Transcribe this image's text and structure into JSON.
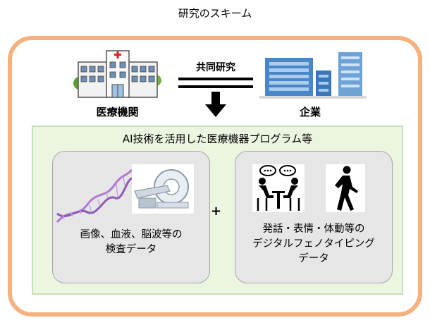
{
  "title": "研究のスキーム",
  "hospital": {
    "label": "医療機関",
    "icon": "hospital-icon"
  },
  "company": {
    "label": "企業",
    "icon": "office-buildings-icon"
  },
  "collaboration": {
    "label": "共同研究",
    "icon": "arrow-down-icon"
  },
  "program": {
    "title": "AI技術を活用した医療機器プログラム等",
    "left_card": {
      "lines": [
        "画像、血液、脳波等の",
        "検査データ"
      ],
      "icons": [
        "dna-icon",
        "ct-scanner-icon"
      ]
    },
    "plus": "+",
    "right_card": {
      "lines": [
        "発話・表情・体動等の",
        "デジタルフェノタイピング",
        "データ"
      ],
      "icons": [
        "conversation-icon",
        "walking-person-icon"
      ]
    }
  },
  "colors": {
    "outer_border": "#f5b17e",
    "program_bg": "#ebf5df",
    "program_border": "#c5e0b4",
    "card_bg": "#e6e6e6",
    "building_blue": "#4a86c8"
  }
}
